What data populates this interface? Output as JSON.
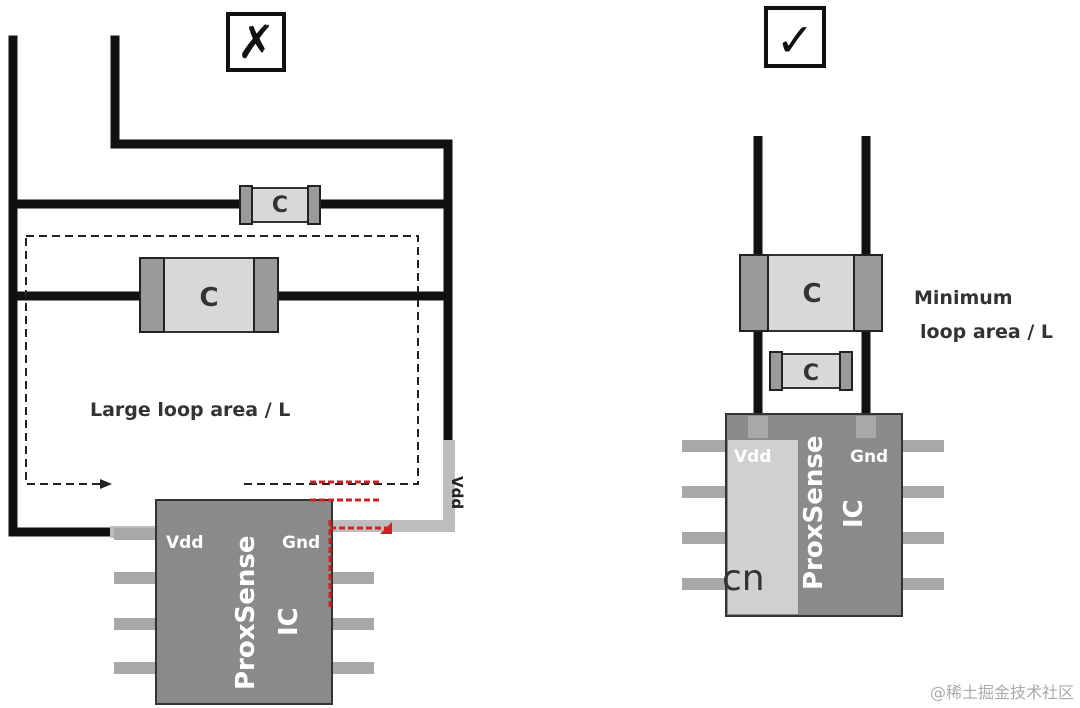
{
  "bad": {
    "mark": "✗",
    "capacitor_small": "C",
    "capacitor_large": "C",
    "loop_label": "Large loop area / L",
    "pin_vdd": "Vdd",
    "pin_gnd": "Gnd",
    "pin_vdd_rot": "Vdd",
    "chip_line1": "ProxSense",
    "chip_line2": "IC"
  },
  "good": {
    "mark": "✓",
    "capacitor_large": "C",
    "capacitor_small": "C",
    "loop_label_line1": "Minimum",
    "loop_label_line2": "loop area / L",
    "pin_vdd": "Vdd",
    "pin_gnd": "Gnd",
    "chip_line1": "ProxSense",
    "chip_line2": "IC",
    "overlay_text": "cn"
  },
  "watermark": "@稀土掘金技术社区",
  "colors": {
    "wire": "#111111",
    "chip": "#8a8a8a",
    "pin": "#a8a8a8",
    "cap_body": "#d8d8d8",
    "cap_end": "#9a9a9a",
    "red_path": "#cc2222"
  }
}
